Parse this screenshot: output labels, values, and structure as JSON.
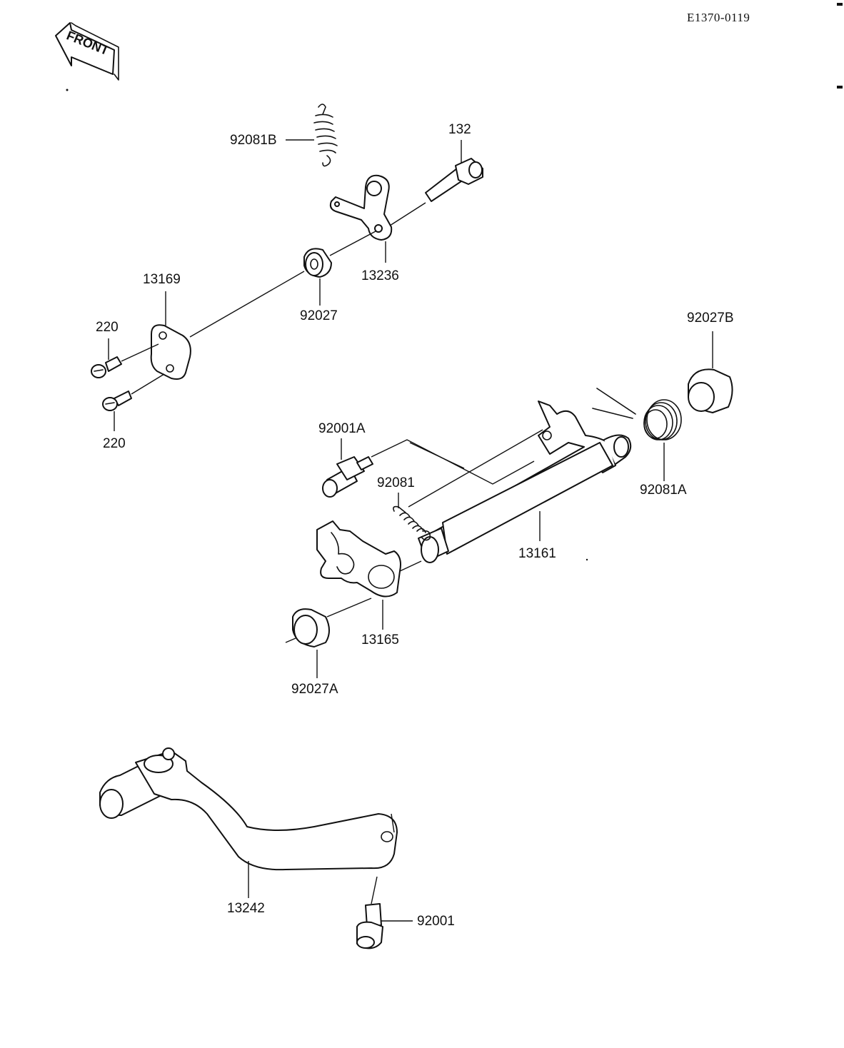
{
  "diagram_code": "E1370-0119",
  "front_arrow_text": "FRONT",
  "parts": {
    "p92081B": "92081B",
    "p132": "132",
    "p13236": "13236",
    "p13169": "13169",
    "p92027": "92027",
    "p220_top": "220",
    "p220_bottom": "220",
    "p92027B": "92027B",
    "p92001A": "92001A",
    "p92081": "92081",
    "p92081A": "92081A",
    "p13161": "13161",
    "p13165": "13165",
    "p92027A": "92027A",
    "p13242": "13242",
    "p92001": "92001"
  },
  "icons": [
    "front-arrow-icon",
    "spring-icon",
    "bolt-icon",
    "lever-icon",
    "collar-icon",
    "plate-icon",
    "screw-icon",
    "shaft-icon",
    "pedal-icon"
  ]
}
